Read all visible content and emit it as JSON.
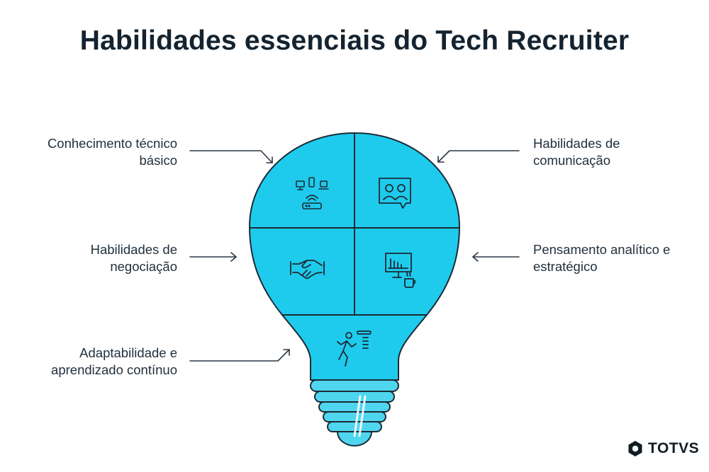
{
  "title": "Habilidades essenciais do Tech Recruiter",
  "skills": [
    {
      "line1": "Conhecimento técnico",
      "line2": "básico",
      "icon": "devices-network-icon"
    },
    {
      "line1": "Habilidades de",
      "line2": "comunicação",
      "icon": "video-conference-icon"
    },
    {
      "line1": "Habilidades de",
      "line2": "negociação",
      "icon": "handshake-icon"
    },
    {
      "line1": "Pensamento analítico e",
      "line2": "estratégico",
      "icon": "analytics-monitor-icon"
    },
    {
      "line1": "Adaptabilidade e",
      "line2": "aprendizado contínuo",
      "icon": "running-person-icon"
    }
  ],
  "brand": {
    "name": "TOTVS"
  },
  "colors": {
    "bulb": "#1ecbec",
    "bulb_base": "#4fd6ef",
    "stroke": "#1d2a35",
    "text": "#22313e"
  }
}
